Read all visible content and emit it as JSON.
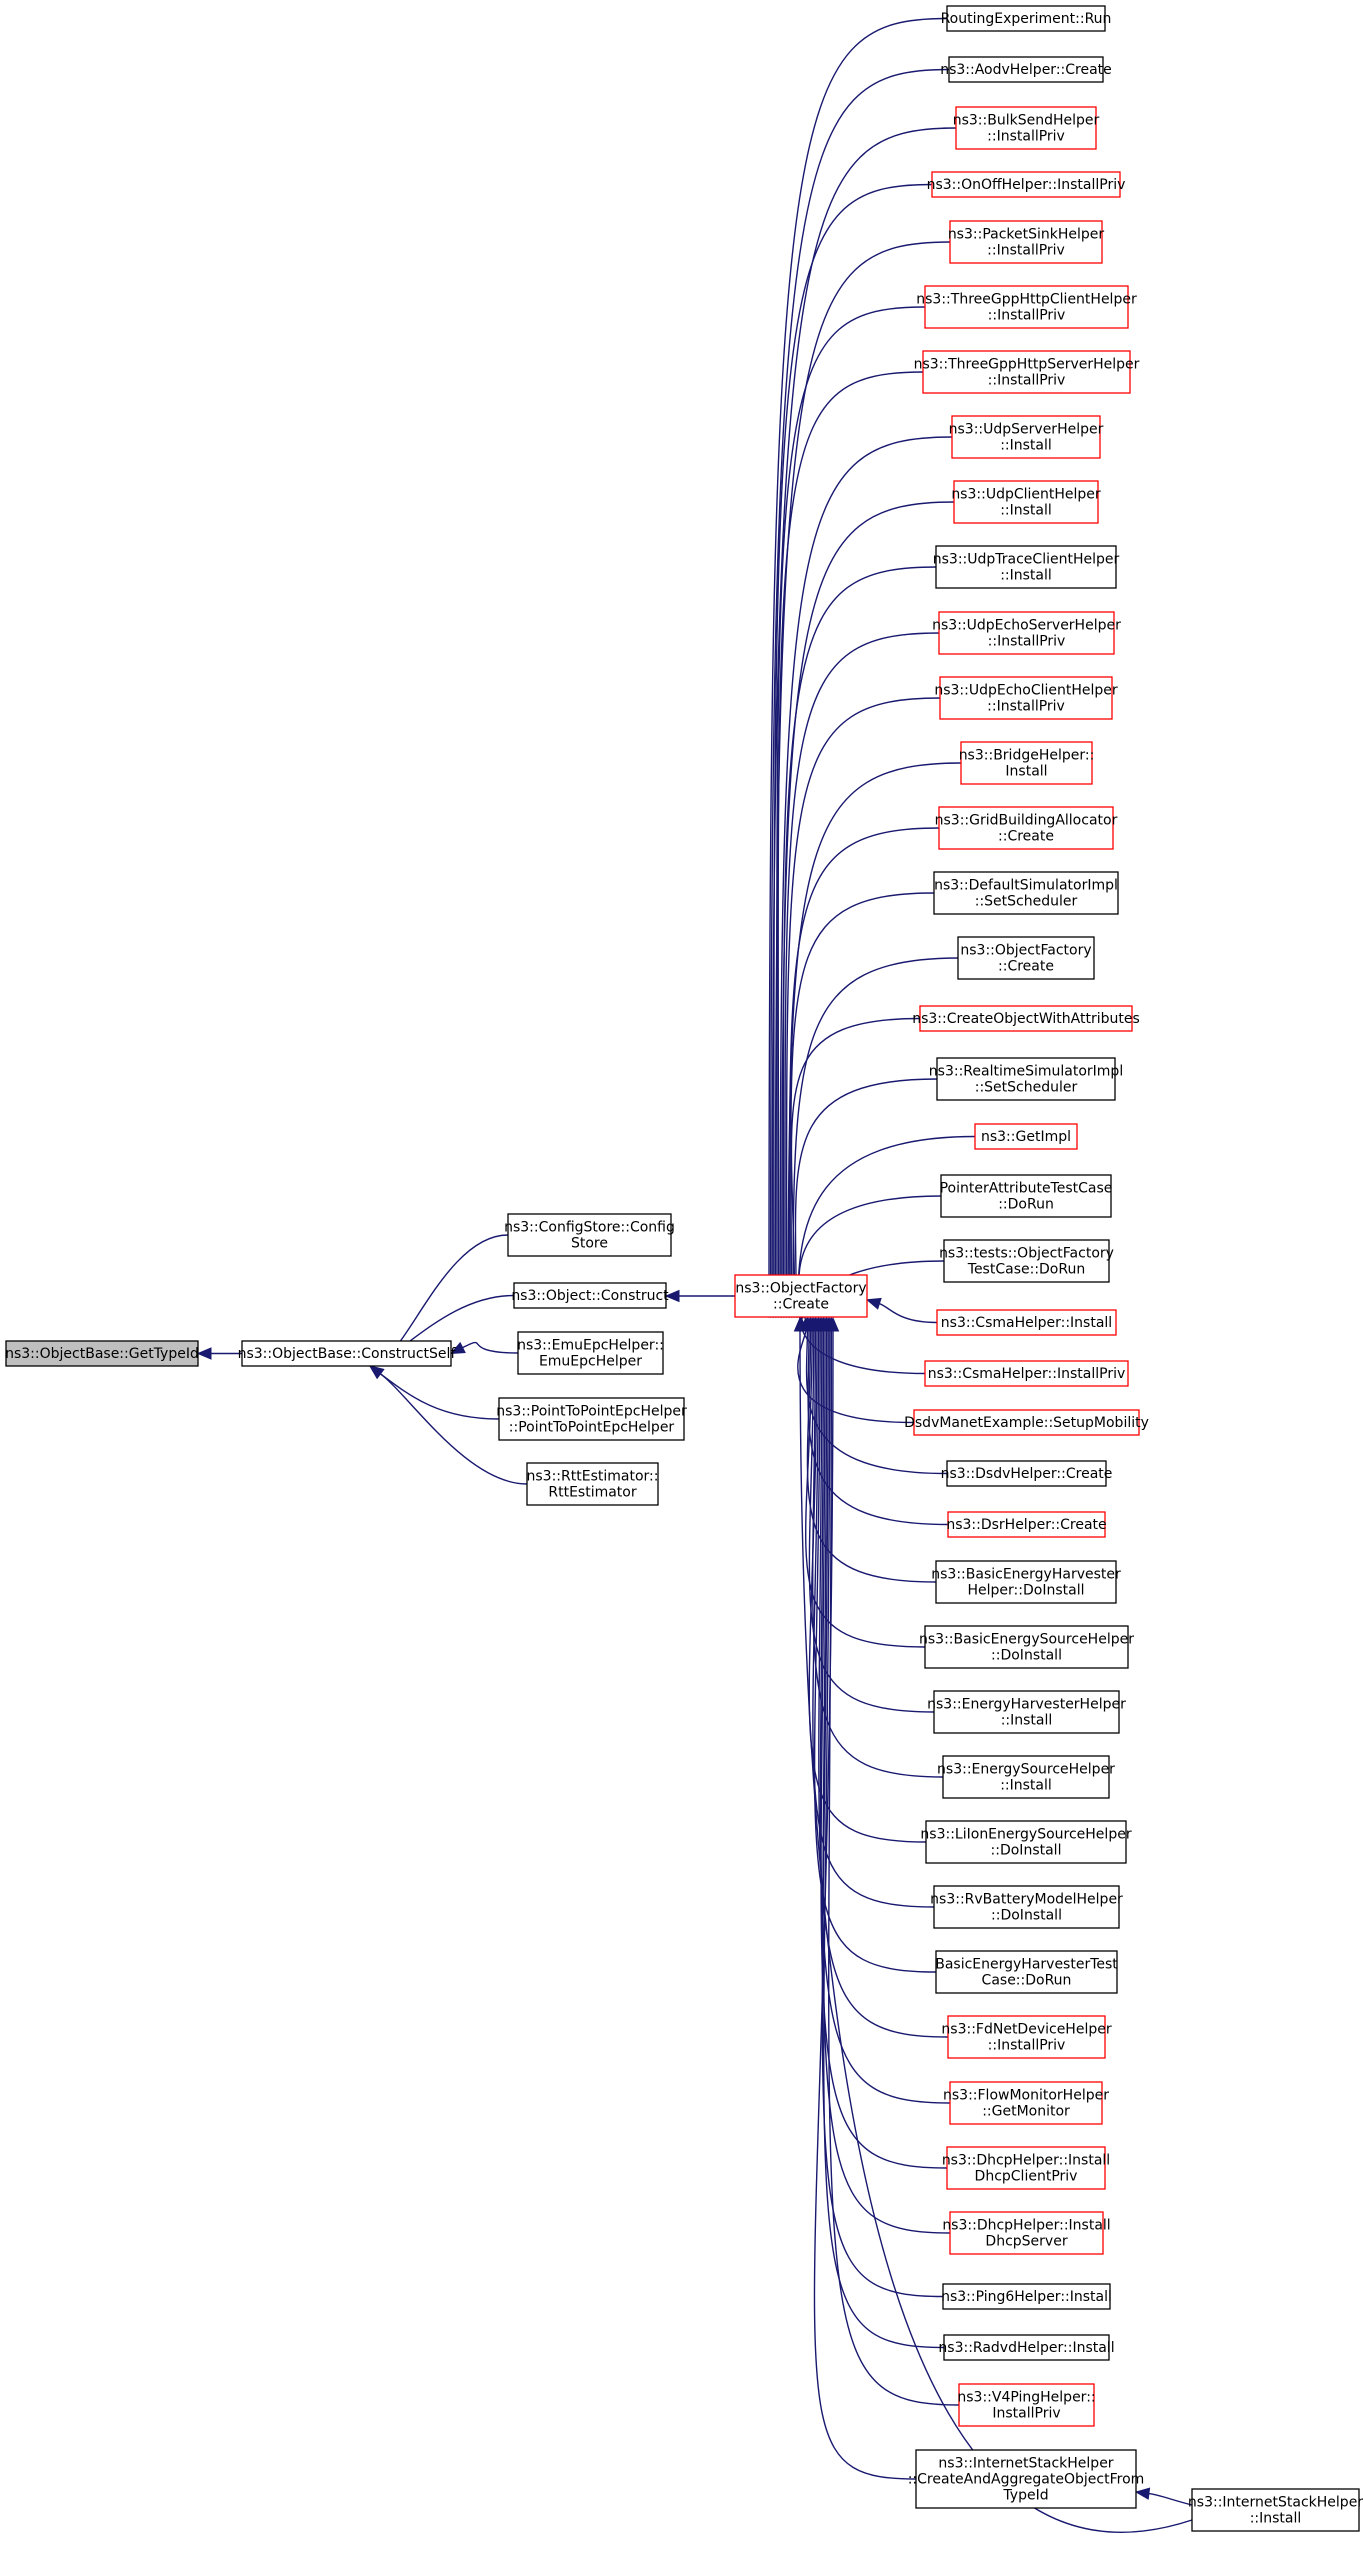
{
  "colors": {
    "edge": "#191970",
    "red_border": "#ff0000",
    "black_border": "#000000",
    "root_fill": "#bfbfbf"
  },
  "nodes": [
    {
      "id": "getTypeId",
      "lines": [
        "ns3::ObjectBase::GetTypeId"
      ],
      "style": "root"
    },
    {
      "id": "constructSelf",
      "lines": [
        "ns3::ObjectBase::ConstructSelf"
      ],
      "style": "black"
    },
    {
      "id": "configStore",
      "lines": [
        "ns3::ConfigStore::Config",
        "Store"
      ],
      "style": "black"
    },
    {
      "id": "objectConstruct",
      "lines": [
        "ns3::Object::Construct"
      ],
      "style": "black"
    },
    {
      "id": "emuEpc",
      "lines": [
        "ns3::EmuEpcHelper::",
        "EmuEpcHelper"
      ],
      "style": "black"
    },
    {
      "id": "p2pEpc",
      "lines": [
        "ns3::PointToPointEpcHelper",
        "::PointToPointEpcHelper"
      ],
      "style": "black"
    },
    {
      "id": "rttEst",
      "lines": [
        "ns3::RttEstimator::",
        "RttEstimator"
      ],
      "style": "black"
    },
    {
      "id": "ofCreate",
      "lines": [
        "ns3::ObjectFactory",
        "::Create"
      ],
      "style": "red"
    },
    {
      "id": "c0",
      "lines": [
        "RoutingExperiment::Run"
      ],
      "style": "black"
    },
    {
      "id": "c1",
      "lines": [
        "ns3::AodvHelper::Create"
      ],
      "style": "black"
    },
    {
      "id": "c2",
      "lines": [
        "ns3::BulkSendHelper",
        "::InstallPriv"
      ],
      "style": "red"
    },
    {
      "id": "c3",
      "lines": [
        "ns3::OnOffHelper::InstallPriv"
      ],
      "style": "red"
    },
    {
      "id": "c4",
      "lines": [
        "ns3::PacketSinkHelper",
        "::InstallPriv"
      ],
      "style": "red"
    },
    {
      "id": "c5",
      "lines": [
        "ns3::ThreeGppHttpClientHelper",
        "::InstallPriv"
      ],
      "style": "red"
    },
    {
      "id": "c6",
      "lines": [
        "ns3::ThreeGppHttpServerHelper",
        "::InstallPriv"
      ],
      "style": "red"
    },
    {
      "id": "c7",
      "lines": [
        "ns3::UdpServerHelper",
        "::Install"
      ],
      "style": "red"
    },
    {
      "id": "c8",
      "lines": [
        "ns3::UdpClientHelper",
        "::Install"
      ],
      "style": "red"
    },
    {
      "id": "c9",
      "lines": [
        "ns3::UdpTraceClientHelper",
        "::Install"
      ],
      "style": "black"
    },
    {
      "id": "c10",
      "lines": [
        "ns3::UdpEchoServerHelper",
        "::InstallPriv"
      ],
      "style": "red"
    },
    {
      "id": "c11",
      "lines": [
        "ns3::UdpEchoClientHelper",
        "::InstallPriv"
      ],
      "style": "red"
    },
    {
      "id": "c12",
      "lines": [
        "ns3::BridgeHelper::",
        "Install"
      ],
      "style": "red"
    },
    {
      "id": "c13",
      "lines": [
        "ns3::GridBuildingAllocator",
        "::Create"
      ],
      "style": "red"
    },
    {
      "id": "c14",
      "lines": [
        "ns3::DefaultSimulatorImpl",
        "::SetScheduler"
      ],
      "style": "black"
    },
    {
      "id": "c15",
      "lines": [
        "ns3::ObjectFactory",
        "::Create"
      ],
      "style": "black"
    },
    {
      "id": "c16",
      "lines": [
        "ns3::CreateObjectWithAttributes"
      ],
      "style": "red"
    },
    {
      "id": "c17",
      "lines": [
        "ns3::RealtimeSimulatorImpl",
        "::SetScheduler"
      ],
      "style": "black"
    },
    {
      "id": "c18",
      "lines": [
        "ns3::GetImpl"
      ],
      "style": "red"
    },
    {
      "id": "c19",
      "lines": [
        "PointerAttributeTestCase",
        "::DoRun"
      ],
      "style": "black"
    },
    {
      "id": "c20",
      "lines": [
        "ns3::tests::ObjectFactory",
        "TestCase::DoRun"
      ],
      "style": "black"
    },
    {
      "id": "c21",
      "lines": [
        "ns3::CsmaHelper::Install"
      ],
      "style": "red"
    },
    {
      "id": "c22",
      "lines": [
        "ns3::CsmaHelper::InstallPriv"
      ],
      "style": "red"
    },
    {
      "id": "c23",
      "lines": [
        "DsdvManetExample::SetupMobility"
      ],
      "style": "red"
    },
    {
      "id": "c24",
      "lines": [
        "ns3::DsdvHelper::Create"
      ],
      "style": "black"
    },
    {
      "id": "c25",
      "lines": [
        "ns3::DsrHelper::Create"
      ],
      "style": "red"
    },
    {
      "id": "c26",
      "lines": [
        "ns3::BasicEnergyHarvester",
        "Helper::DoInstall"
      ],
      "style": "black"
    },
    {
      "id": "c27",
      "lines": [
        "ns3::BasicEnergySourceHelper",
        "::DoInstall"
      ],
      "style": "black"
    },
    {
      "id": "c28",
      "lines": [
        "ns3::EnergyHarvesterHelper",
        "::Install"
      ],
      "style": "black"
    },
    {
      "id": "c29",
      "lines": [
        "ns3::EnergySourceHelper",
        "::Install"
      ],
      "style": "black"
    },
    {
      "id": "c30",
      "lines": [
        "ns3::LiIonEnergySourceHelper",
        "::DoInstall"
      ],
      "style": "black"
    },
    {
      "id": "c31",
      "lines": [
        "ns3::RvBatteryModelHelper",
        "::DoInstall"
      ],
      "style": "black"
    },
    {
      "id": "c32",
      "lines": [
        "BasicEnergyHarvesterTest",
        "Case::DoRun"
      ],
      "style": "black"
    },
    {
      "id": "c33",
      "lines": [
        "ns3::FdNetDeviceHelper",
        "::InstallPriv"
      ],
      "style": "red"
    },
    {
      "id": "c34",
      "lines": [
        "ns3::FlowMonitorHelper",
        "::GetMonitor"
      ],
      "style": "red"
    },
    {
      "id": "c35",
      "lines": [
        "ns3::DhcpHelper::Install",
        "DhcpClientPriv"
      ],
      "style": "red"
    },
    {
      "id": "c36",
      "lines": [
        "ns3::DhcpHelper::Install",
        "DhcpServer"
      ],
      "style": "red"
    },
    {
      "id": "c37",
      "lines": [
        "ns3::Ping6Helper::Install"
      ],
      "style": "black"
    },
    {
      "id": "c38",
      "lines": [
        "ns3::RadvdHelper::Install"
      ],
      "style": "black"
    },
    {
      "id": "c39",
      "lines": [
        "ns3::V4PingHelper::",
        "InstallPriv"
      ],
      "style": "red"
    },
    {
      "id": "c40",
      "lines": [
        "ns3::InternetStackHelper",
        "::CreateAndAggregateObjectFrom",
        "TypeId"
      ],
      "style": "black"
    },
    {
      "id": "isInstall",
      "lines": [
        "ns3::InternetStackHelper",
        "::Install"
      ],
      "style": "black"
    }
  ]
}
